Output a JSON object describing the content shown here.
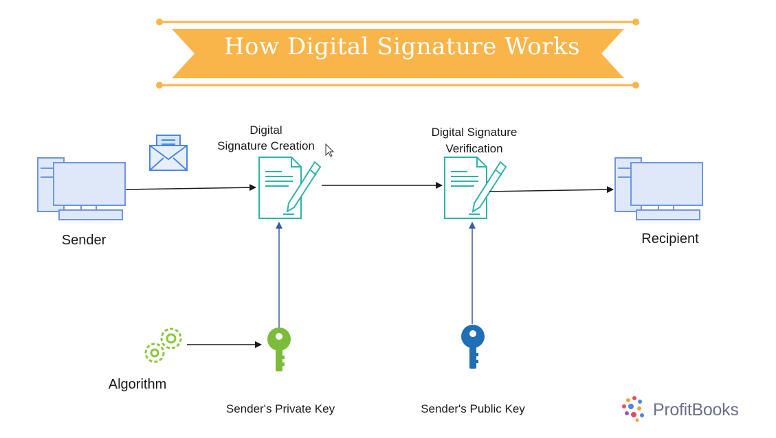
{
  "banner": {
    "title": "How Digital Signature Works",
    "color": "#f9b54a"
  },
  "nodes": {
    "sender": "Sender",
    "recipient": "Recipient",
    "creation_line1": "Digital",
    "creation_line2": "Signature Creation",
    "verification_line1": "Digital Signature",
    "verification_line2": "Verification",
    "algorithm": "Algorithm",
    "private_key": "Sender's Private Key",
    "public_key": "Sender's Public Key"
  },
  "brand": {
    "name": "ProfitBooks"
  },
  "colors": {
    "computer": "#6f96dc",
    "computer_fill": "#dfe8f8",
    "document": "#2bb3a9",
    "private_key": "#7cbc3a",
    "public_key": "#1f6fb6",
    "algorithm": "#8cc63f",
    "vertical_arrow": "#3b5aa6",
    "arrow": "#1a1a1a"
  }
}
